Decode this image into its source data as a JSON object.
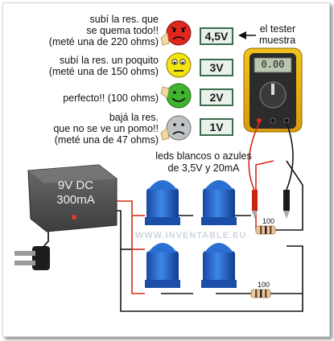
{
  "rows": [
    {
      "line1": "subí la res. que",
      "line2": "se quema todo!!",
      "line3": "(meté una de 220 ohms)",
      "voltage": "4,5V",
      "face_color": "#e1261c"
    },
    {
      "line1": "subí la res. un poquito",
      "line2": "(meté una de 150 ohms)",
      "voltage": "3V",
      "face_color": "#f2e40f"
    },
    {
      "line1": "perfecto!! (100 ohms)",
      "voltage": "2V",
      "face_color": "#3fb52e"
    },
    {
      "line1": "bajá la res.",
      "line2": "que no se ve un pomo!!",
      "line3": "(meté una de 47 ohms)",
      "voltage": "1V",
      "face_color": "#bfc3c6"
    }
  ],
  "tester": {
    "line1": "el tester",
    "line2": "muestra",
    "display": "0.00"
  },
  "leds": {
    "line1": "leds blancos o azules",
    "line2": "de 3,5V y 20mA",
    "color": "#1f63c6"
  },
  "psu": {
    "line1": "9V DC",
    "line2": "300mA"
  },
  "resistors": {
    "top_label": "100",
    "bottom_label": "100"
  },
  "watermark": "WWW.INVENTABLE.EU"
}
